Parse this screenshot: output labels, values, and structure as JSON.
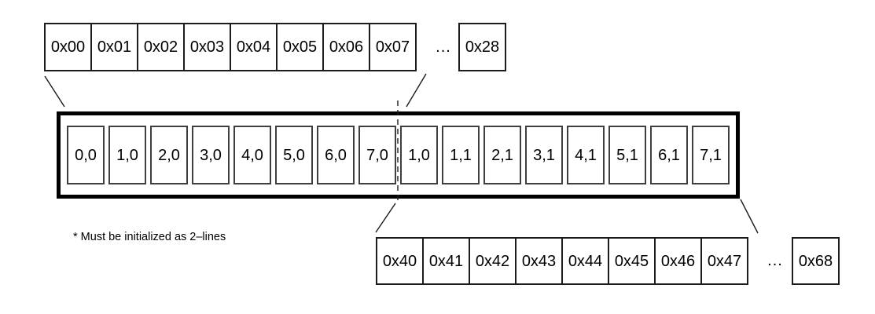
{
  "top_row": {
    "cells": [
      "0x00",
      "0x01",
      "0x02",
      "0x03",
      "0x04",
      "0x05",
      "0x06",
      "0x07"
    ],
    "ellipsis": "...",
    "overflow_cell": "0x28"
  },
  "buffer": {
    "cells": [
      "0,0",
      "1,0",
      "2,0",
      "3,0",
      "4,0",
      "5,0",
      "6,0",
      "7,0",
      "1,0",
      "1,1",
      "2,1",
      "3,1",
      "4,1",
      "5,1",
      "6,1",
      "7,1"
    ]
  },
  "bottom_row": {
    "cells": [
      "0x40",
      "0x41",
      "0x42",
      "0x43",
      "0x44",
      "0x45",
      "0x46",
      "0x47"
    ],
    "ellipsis": "...",
    "overflow_cell": "0x68"
  },
  "note": "* Must be initialized as 2–lines",
  "colors": {
    "background": "#ffffff",
    "buffer_border": "#000000",
    "cell_border": "#1c1c1c",
    "inner_cell_border": "#3f3f3f",
    "text": "#000000"
  }
}
